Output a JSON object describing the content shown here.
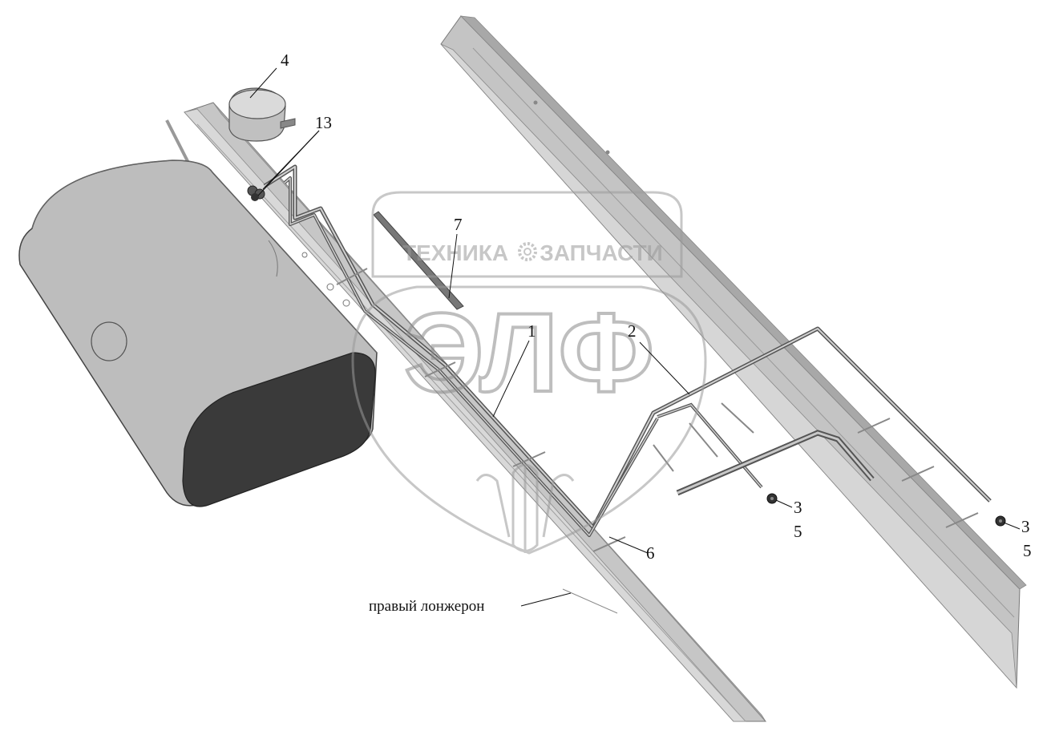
{
  "watermark": {
    "line1_left": "ТЕХНИКА",
    "line1_right": "ЗАПЧАСТИ",
    "logo": "ЭЛФ",
    "gear_icon": "gear-icon"
  },
  "callouts": {
    "c1": "1",
    "c2": "2",
    "c3a": "3",
    "c5a": "5",
    "c3b": "3",
    "c5b": "5",
    "c4": "4",
    "c6": "6",
    "c7": "7",
    "c13": "13"
  },
  "caption": "правый лонжерон",
  "colors": {
    "part_fill": "#bdbdbd",
    "part_dark": "#555555",
    "tank_end": "#3a3a3a",
    "watermark": "#9a9a9a",
    "line": "#111111"
  }
}
